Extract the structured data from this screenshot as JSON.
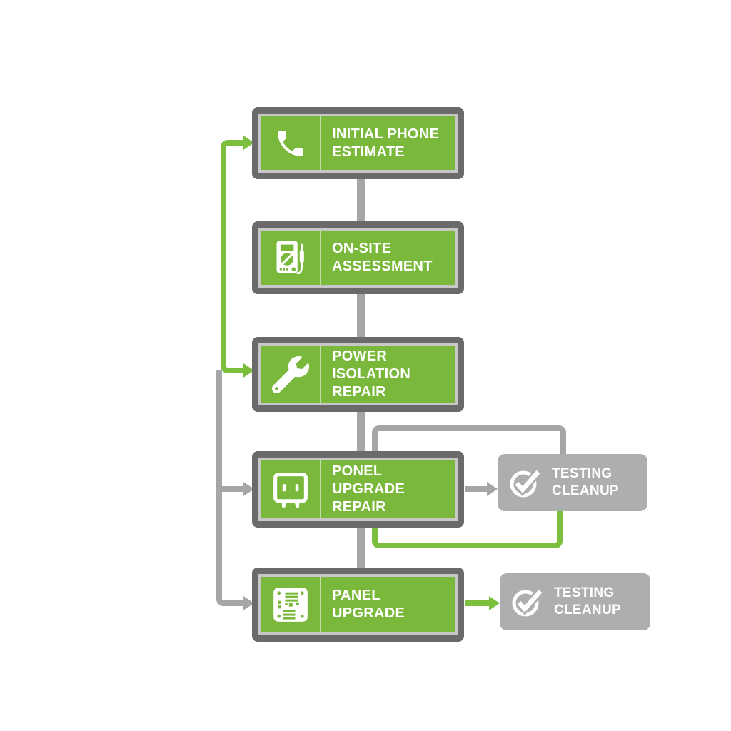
{
  "page_bg": "#ffffff",
  "colors": {
    "box_green": "#7AB83C",
    "connector_green": "#7CBE3E",
    "box_border_dark": "#6A6A6A",
    "box_border_light": "#C7C7C7",
    "divider_white": "rgba(255,255,255,0.55)",
    "side_box_gray": "#AEAEAE",
    "connector_gray": "#A6A6A6",
    "text_color": "#FFFFFF"
  },
  "flow_boxes": [
    {
      "id": "initial-phone-estimate",
      "icon": "phone-icon",
      "lines": [
        "INITIAL PHONE",
        "ESTIMATE"
      ]
    },
    {
      "id": "on-site-assessment",
      "icon": "multimeter-icon",
      "lines": [
        "ON-SITE",
        "ASSESSMENT"
      ]
    },
    {
      "id": "power-isolation-repair",
      "icon": "wrench-icon",
      "lines": [
        "POWER ISOLATION",
        "REPAIR"
      ]
    },
    {
      "id": "ponel-upgrade-repair",
      "icon": "electrical-panel-icon",
      "lines": [
        "PONEL UPGRADE",
        "REPAIR"
      ]
    },
    {
      "id": "panel-upgrade",
      "icon": "circuit-board-icon",
      "lines": [
        "PANEL",
        "UPGRADE"
      ]
    }
  ],
  "side_boxes": [
    {
      "id": "testing-cleanup-1",
      "icon": "check-circle-icon",
      "lines": [
        "TESTING",
        "CLEANUP"
      ]
    },
    {
      "id": "testing-cleanup-2",
      "icon": "check-circle-icon",
      "lines": [
        "TESTING",
        "CLEANUP"
      ]
    }
  ]
}
